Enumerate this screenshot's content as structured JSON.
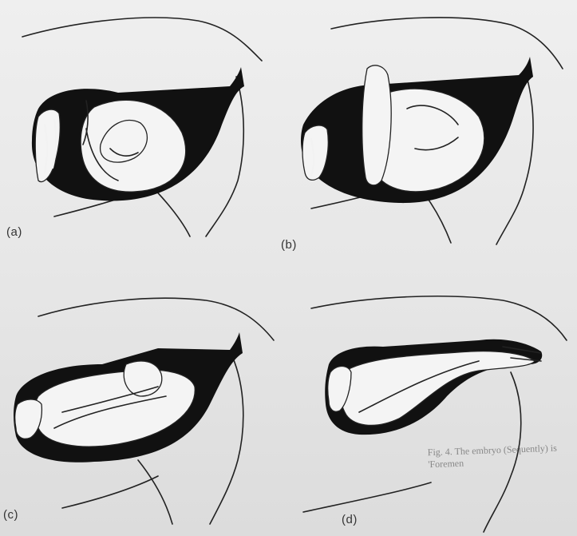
{
  "panels": [
    {
      "id": "a",
      "label": "(a)"
    },
    {
      "id": "b",
      "label": "(b)"
    },
    {
      "id": "c",
      "label": "(c)"
    },
    {
      "id": "d",
      "label": "(d)"
    }
  ],
  "background_caption": "Fig. 4. The embryo (Sequently) is 'Foremen"
}
